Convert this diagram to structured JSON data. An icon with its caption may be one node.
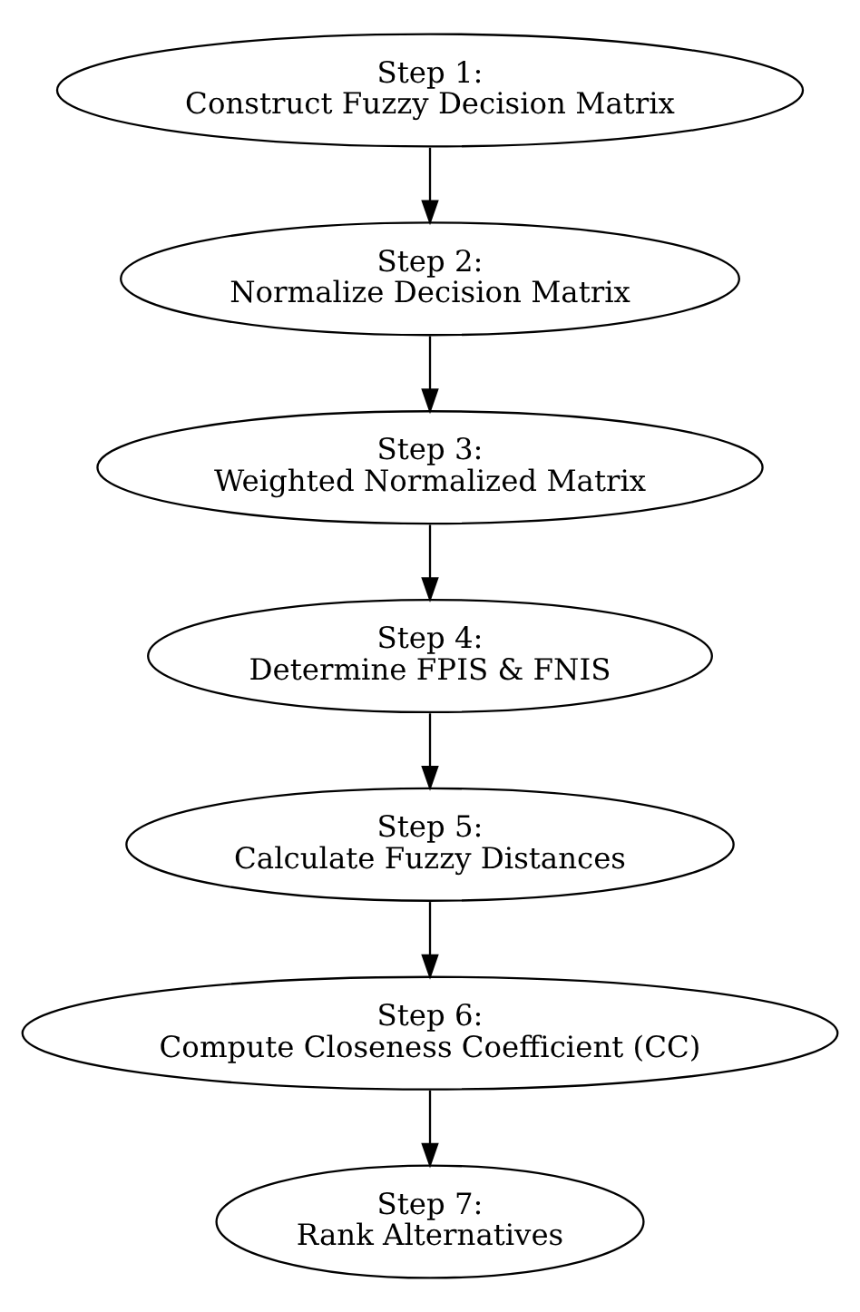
{
  "diagram": {
    "nodes": [
      {
        "text": [
          "Step 1:",
          "Construct Fuzzy Decision Matrix"
        ]
      },
      {
        "text": [
          "Step 2:",
          "Normalize Decision Matrix"
        ]
      },
      {
        "text": [
          "Step 3:",
          "Weighted Normalized Matrix"
        ]
      },
      {
        "text": [
          "Step 4:",
          "Determine FPIS & FNIS"
        ]
      },
      {
        "text": [
          "Step 5:",
          "Calculate Fuzzy Distances"
        ]
      },
      {
        "text": [
          "Step 6:",
          "Compute Closeness Coefficient (CC)"
        ]
      },
      {
        "text": [
          "Step 7:",
          "Rank Alternatives"
        ]
      }
    ],
    "edges": [
      {
        "from": 0,
        "to": 1,
        "arrow": "to"
      },
      {
        "from": 1,
        "to": 2,
        "arrow": "to"
      },
      {
        "from": 2,
        "to": 3,
        "arrow": "to"
      },
      {
        "from": 3,
        "to": 4,
        "arrow": "to"
      },
      {
        "from": 4,
        "to": 5,
        "arrow": "to"
      },
      {
        "from": 5,
        "to": 6,
        "arrow": "to"
      }
    ]
  }
}
